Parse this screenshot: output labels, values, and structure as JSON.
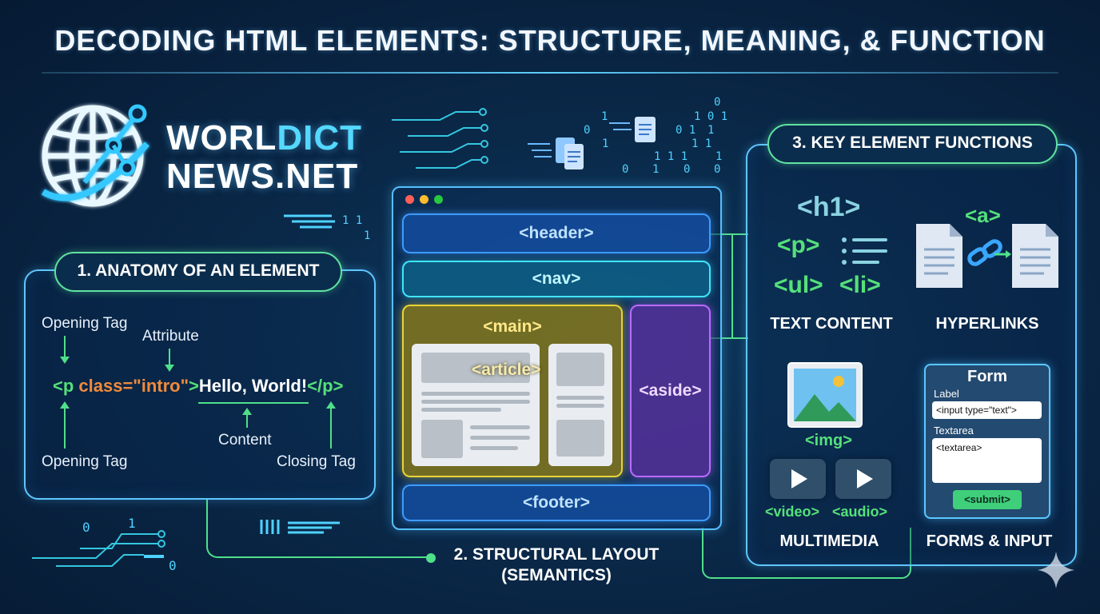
{
  "header": {
    "title": "DECODING HTML ELEMENTS: STRUCTURE, MEANING, & FUNCTION"
  },
  "logo": {
    "line1_a": "WORL",
    "line1_b": "DICT",
    "line2": "NEWS.NET"
  },
  "binary_digits": {
    "top": [
      "0",
      "1 0 1",
      "0",
      "1",
      "1",
      "0 1",
      "1",
      "1 1",
      "1 1 1",
      "1",
      "0",
      "1",
      "0",
      "0"
    ],
    "mid": [
      "1 1",
      "1"
    ],
    "bottom": [
      "0",
      "1",
      "0"
    ]
  },
  "anatomy": {
    "heading": "1. ANATOMY OF AN ELEMENT",
    "label_opening_top": "Opening Tag",
    "label_attribute": "Attribute",
    "code_open": "<p ",
    "code_attr": "class=\"intro\"",
    "code_gt": ">",
    "code_content": "Hello, World!",
    "code_close": "</p>",
    "label_content": "Content",
    "label_opening_bottom": "Opening Tag",
    "label_closing": "Closing Tag"
  },
  "structure": {
    "heading_line1": "2. STRUCTURAL LAYOUT",
    "heading_line2": "(SEMANTICS)",
    "header": "<header>",
    "nav": "<nav>",
    "main": "<main>",
    "article": "<article>",
    "aside": "<aside>",
    "footer": "<footer>",
    "dot_colors": [
      "#ff5f57",
      "#ffbd2e",
      "#28c840"
    ]
  },
  "functions": {
    "heading": "3. KEY ELEMENT FUNCTIONS",
    "text_content": {
      "h1": "<h1>",
      "p": "<p>",
      "ul": "<ul>",
      "li": "<li>",
      "label": "TEXT CONTENT"
    },
    "hyperlinks": {
      "a": "<a>",
      "label": "HYPERLINKS"
    },
    "multimedia": {
      "img": "<img>",
      "video": "<video>",
      "audio": "<audio>",
      "label": "MULTIMEDIA"
    },
    "forms": {
      "title": "Form",
      "label_field": "Label",
      "input": "<input type=\"text\">",
      "textarea_label": "Textarea",
      "textarea": "<textarea>",
      "submit": "<submit>",
      "label": "FORMS & INPUT"
    }
  },
  "colors": {
    "accent_cyan": "#54d8ff",
    "accent_green": "#4fe08a",
    "tag_orange": "#f08a3c",
    "tag_green": "#55e07a"
  }
}
